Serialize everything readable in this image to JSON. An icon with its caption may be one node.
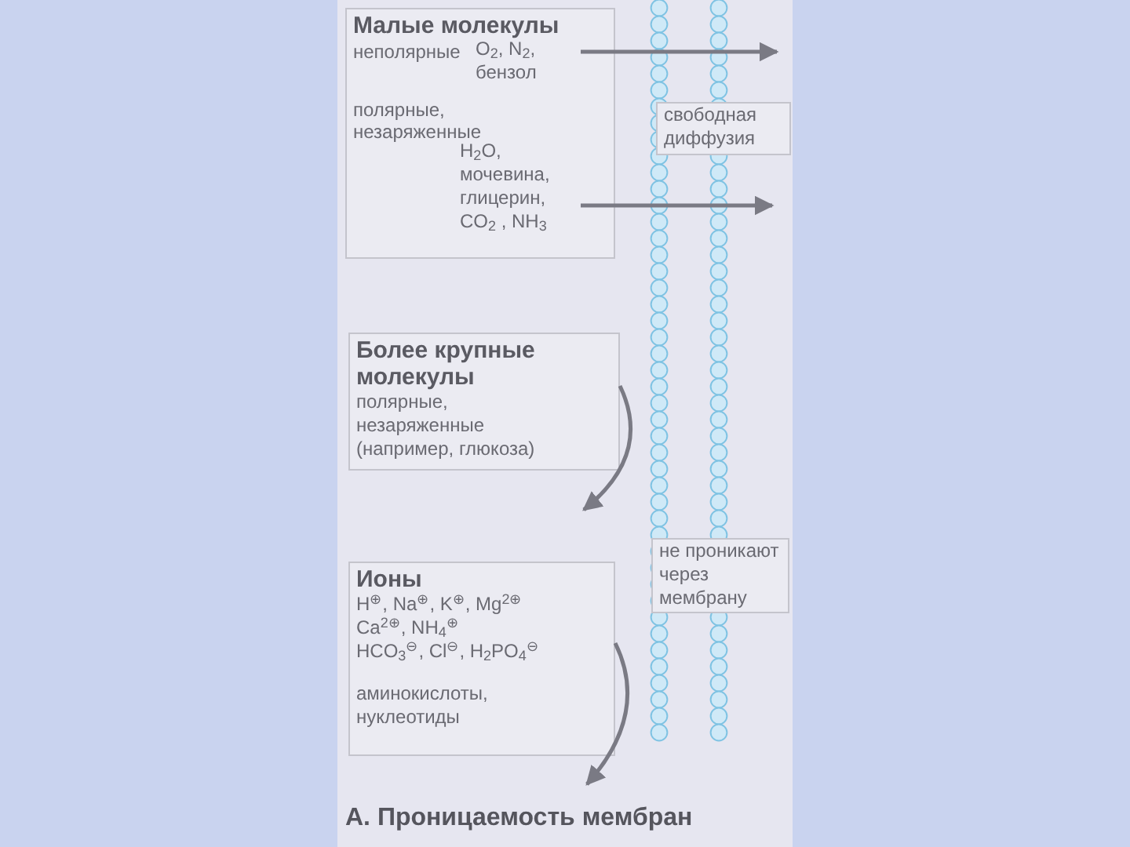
{
  "diagram": {
    "caption": "А. Проницаемость мембран",
    "nodes": [
      {
        "text": [
          "Малые молекулы",
          "неполярные",
          "полярные, незаряженные"
        ]
      },
      {
        "text": [
          "O$_{2}$, N$_{2}$, бензол"
        ],
        "in": 0
      },
      {
        "text": [
          "H$_{2}$O, мочевина, глицерин, CO$_{2}$ , NH$_{3}$"
        ],
        "in": 0
      },
      {
        "text": [
          "свободная диффузия"
        ]
      },
      {
        "text": [
          "Более крупные молекулы",
          "полярные, незаряженные (например, глюкоза)"
        ]
      },
      {
        "text": [
          "Ионы",
          "H$^{⊕}$, Na$^{⊕}$, K$^{⊕}$, Mg$^{2⊕}$",
          "Ca$^{2⊕}$, NH$_{4}$$^{⊕}$",
          "HCO$_{3}$$^{⊖}$, Cl$^{⊖}$, H$_{2}$PO$_{4}$$^{⊖}$",
          "аминокислоты, нуклеотиды"
        ]
      },
      {
        "text": [
          "не проникают через мембрану"
        ]
      }
    ],
    "edges": [
      {
        "from": 1,
        "to": null,
        "arrow": "to"
      },
      {
        "from": 2,
        "to": null,
        "arrow": "to"
      },
      {
        "from": 4,
        "to": null,
        "arrow": "to"
      },
      {
        "from": 5,
        "to": null,
        "arrow": "to"
      }
    ]
  }
}
